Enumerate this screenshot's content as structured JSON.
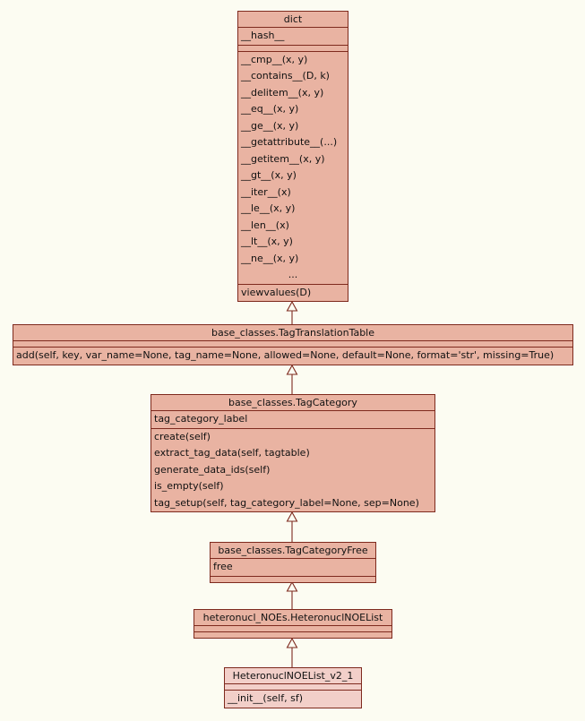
{
  "diagram": {
    "background": "#fcfcf2",
    "border_color": "#7e2a1e",
    "box_fill": "#e9b3a2",
    "focus_fill": "#f2cfc9",
    "classes": [
      {
        "id": "dict",
        "title": "dict",
        "focus": false,
        "compartments": [
          {
            "rows": [
              "__hash__"
            ]
          },
          {
            "thin": true,
            "rows": []
          },
          {
            "rows": [
              "__cmp__(x, y)",
              "__contains__(D, k)",
              "__delitem__(x, y)",
              "__eq__(x, y)",
              "__ge__(x, y)",
              "__getattribute__(...)",
              "__getitem__(x, y)",
              "__gt__(x, y)",
              "__iter__(x)",
              "__le__(x, y)",
              "__len__(x)",
              "__lt__(x, y)",
              "__ne__(x, y)",
              "..."
            ]
          },
          {
            "rows": [
              "viewvalues(D)"
            ]
          }
        ]
      },
      {
        "id": "tag-translation-table",
        "title": "base_classes.TagTranslationTable",
        "focus": false,
        "compartments": [
          {
            "thin": true,
            "rows": []
          },
          {
            "rows": [
              "add(self, key, var_name=None, tag_name=None, allowed=None, default=None, format='str', missing=True)"
            ]
          }
        ]
      },
      {
        "id": "tag-category",
        "title": "base_classes.TagCategory",
        "focus": false,
        "compartments": [
          {
            "rows": [
              "tag_category_label"
            ]
          },
          {
            "rows": [
              "create(self)",
              "extract_tag_data(self, tagtable)",
              "generate_data_ids(self)",
              "is_empty(self)",
              "tag_setup(self, tag_category_label=None, sep=None)"
            ]
          }
        ]
      },
      {
        "id": "tag-category-free",
        "title": "base_classes.TagCategoryFree",
        "focus": false,
        "compartments": [
          {
            "rows": [
              "free"
            ]
          },
          {
            "thin": true,
            "rows": []
          }
        ]
      },
      {
        "id": "heteronucl-noe-list",
        "title": "heteronucl_NOEs.HeteronuclNOEList",
        "focus": false,
        "compartments": [
          {
            "thin": true,
            "rows": []
          },
          {
            "thin": true,
            "rows": []
          }
        ]
      },
      {
        "id": "heteronucl-noe-list-v2-1",
        "title": "HeteronuclNOEList_v2_1",
        "focus": true,
        "compartments": [
          {
            "thin": true,
            "rows": []
          },
          {
            "rows": [
              "__init__(self, sf)"
            ]
          }
        ]
      }
    ]
  }
}
